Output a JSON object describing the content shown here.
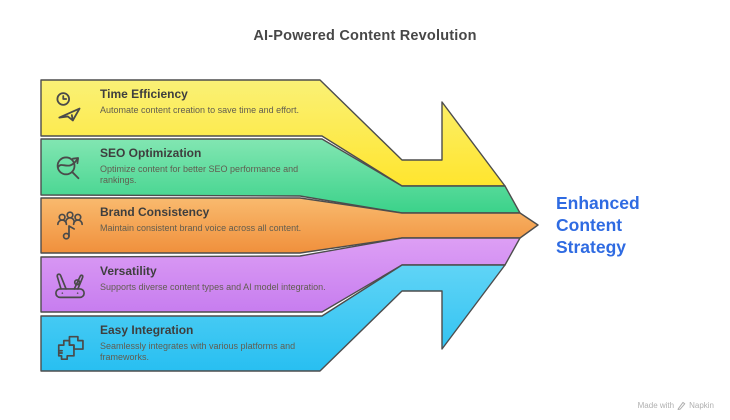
{
  "title": "AI-Powered Content Revolution",
  "items": [
    {
      "title": "Time Efficiency",
      "desc": "Automate content creation to save time and effort.",
      "icon": "clock-plane-icon",
      "colors": [
        "#faf176",
        "#ffe52e"
      ]
    },
    {
      "title": "SEO Optimization",
      "desc": "Optimize content for better SEO performance and rankings.",
      "icon": "seo-magnifier-icon",
      "colors": [
        "#82e6b2",
        "#3bd28a"
      ]
    },
    {
      "title": "Brand Consistency",
      "desc": "Maintain consistent brand voice across all content.",
      "icon": "people-music-icon",
      "colors": [
        "#f9ba6e",
        "#f0903c"
      ]
    },
    {
      "title": "Versatility",
      "desc": "Supports diverse content types and AI model integration.",
      "icon": "swiss-knife-icon",
      "colors": [
        "#dd9ff5",
        "#c77def"
      ]
    },
    {
      "title": "Easy Integration",
      "desc": "Seamlessly integrates with various platforms and frameworks.",
      "icon": "puzzle-blocks-icon",
      "colors": [
        "#60d4f6",
        "#28bff1"
      ]
    }
  ],
  "result": {
    "label": "Enhanced Content Strategy",
    "color": "#2f6be2"
  },
  "watermark": {
    "prefix": "Made with",
    "brand": "Napkin",
    "icon": "napkin-pen-icon",
    "color": "#b0b0b0"
  },
  "stroke_color": "#4d4d4d"
}
